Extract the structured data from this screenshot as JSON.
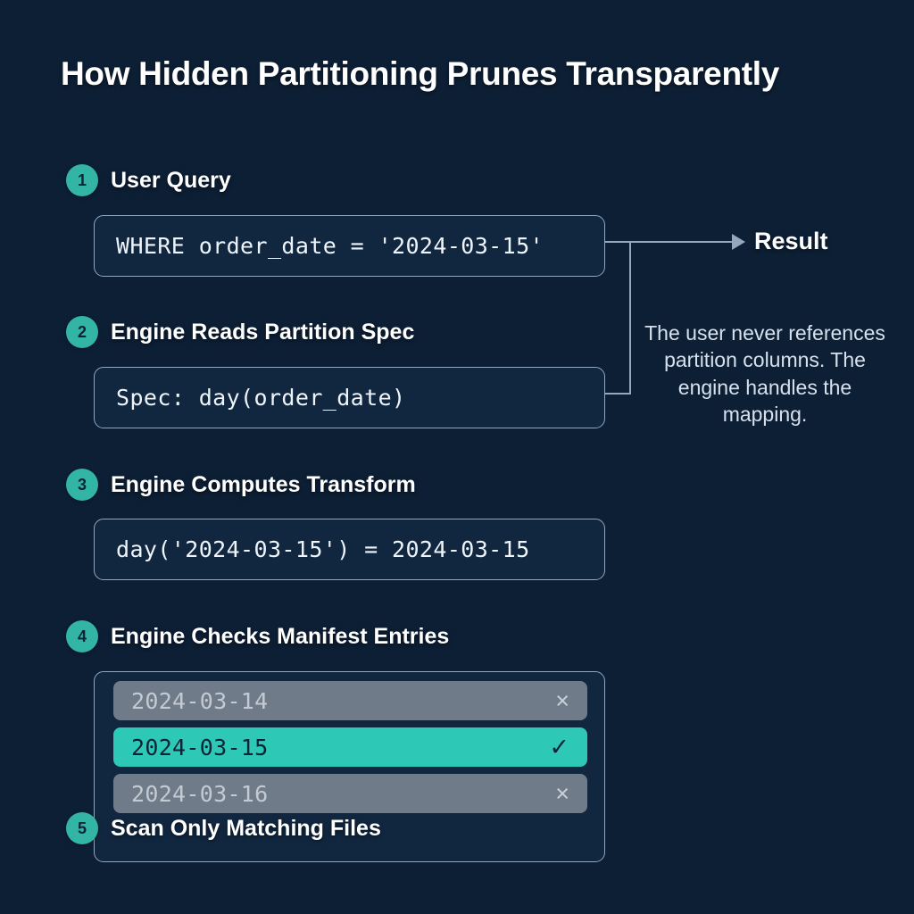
{
  "page": {
    "title": "How Hidden Partitioning Prunes Transparently",
    "background_color": "#0d1f35",
    "accent_color": "#33b5a6",
    "match_color": "#2ec8b6",
    "skip_color": "#6f7b88",
    "border_color": "#93a8bf"
  },
  "steps": [
    {
      "number": "1",
      "label": "User Query",
      "code": "WHERE order_date = '2024-03-15'"
    },
    {
      "number": "2",
      "label": "Engine Reads Partition Spec",
      "code": "Spec: day(order_date)"
    },
    {
      "number": "3",
      "label": "Engine Computes Transform",
      "code": "day('2024-03-15') = 2024-03-15"
    },
    {
      "number": "4",
      "label": "Engine Checks Manifest Entries"
    },
    {
      "number": "5",
      "label": "Scan Only Matching Files"
    }
  ],
  "manifest": {
    "rows": [
      {
        "date": "2024-03-14",
        "state": "skipped",
        "mark": "×"
      },
      {
        "date": "2024-03-15",
        "state": "matched",
        "mark": "✓"
      },
      {
        "date": "2024-03-16",
        "state": "skipped",
        "mark": "×"
      }
    ]
  },
  "result": {
    "label": "Result"
  },
  "annotation": {
    "text": "The user never references partition columns. The engine handles the mapping."
  }
}
